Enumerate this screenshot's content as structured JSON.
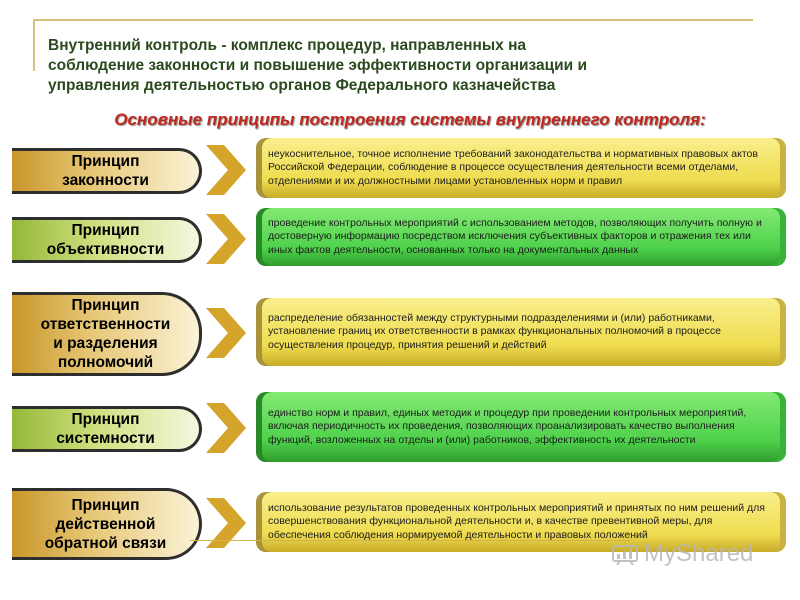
{
  "header": {
    "title_line1": "Внутренний контроль - комплекс процедур, направленных на",
    "title_line2": "соблюдение законности и повышение эффективности организации и",
    "title_line3": "управления деятельностью органов Федерального казначейства"
  },
  "subtitle": "Основные принципы построения системы внутреннего контроля:",
  "principles": [
    {
      "label_lines": [
        "Принцип",
        "законности"
      ],
      "description": "неукоснительное, точное исполнение требований законодательства и нормативных правовых актов Российской Федерации, соблюдение в процессе осуществления деятельности всеми отделами, отделениями и их должностными лицами установленных норм и правил"
    },
    {
      "label_lines": [
        "Принцип",
        "объективности"
      ],
      "description": "проведение контрольных мероприятий с использованием методов, позволяющих получить полную и достоверную информацию посредством исключения субъективных факторов и отражения тех или иных фактов деятельности, основанных только на документальных данных"
    },
    {
      "label_lines": [
        "Принцип",
        "ответственности",
        "и разделения",
        "полномочий"
      ],
      "description": "распределение обязанностей между структурными подразделениями и (или) работниками, установление границ их ответственности в рамках функциональных полномочий в процессе осуществления процедур, принятия решений и действий"
    },
    {
      "label_lines": [
        "Принцип",
        "системности"
      ],
      "description": "единство норм и правил, единых методик и процедур при проведении контрольных мероприятий, включая периодичность их проведения, позволяющих проанализировать качество выполнения функций, возложенных на отделы и (или) работников, эффективность их деятельности"
    },
    {
      "label_lines": [
        "Принцип",
        "действенной",
        "обратной связи"
      ],
      "description": "использование результатов проведенных контрольных мероприятий и принятых по ним решений для совершенствования функциональной деятельности и, в качестве превентивной меры, для обеспечения соблюдения нормируемой деятельности и правовых положений"
    }
  ],
  "watermark": {
    "text": "MyShared"
  },
  "colors": {
    "title": "#2b4a1f",
    "subtitle": "#c0281e",
    "chevron": "#d4a52a",
    "box_yellow": "#efdc4f",
    "box_green": "#4ed14b"
  }
}
